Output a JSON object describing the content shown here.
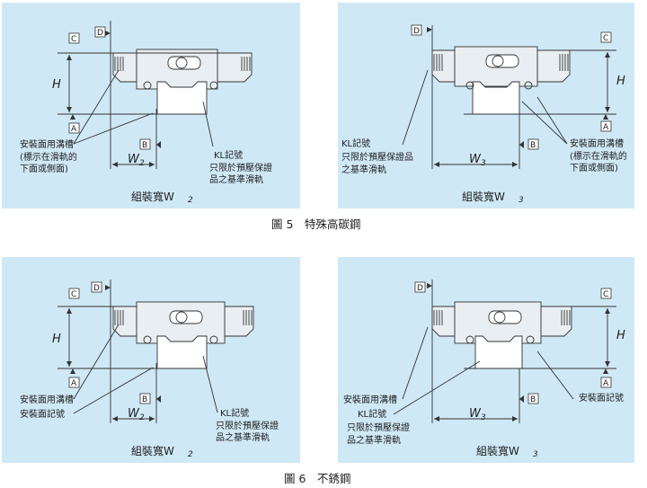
{
  "figures": [
    {
      "caption": "圖 5　特殊高碳鋼",
      "panels": [
        {
          "side": "left",
          "ref_c": "C",
          "ref_d": "D",
          "ref_a": "A",
          "ref_b": "B",
          "dim_h": "H",
          "dim_w": "W",
          "dim_w_sub": "2",
          "label_mount": "安裝面用溝槽",
          "label_mount_note1": "(標示在滑軌的",
          "label_mount_note2": "下面或側面)",
          "label_kl": "KL記號",
          "label_kl_note1": "只限於預壓保證",
          "label_kl_note2": "品之基準滑軌",
          "bottom_title": "組裝寬W",
          "bottom_sub": "2"
        },
        {
          "side": "right",
          "ref_c": "C",
          "ref_d": "D",
          "ref_a": "A",
          "ref_b": "B",
          "dim_h": "H",
          "dim_w": "W",
          "dim_w_sub": "3",
          "label_mount": "安裝面用溝槽",
          "label_mount_note1": "(標示在滑軌的",
          "label_mount_note2": "下面或側面)",
          "label_kl": "KL記號",
          "label_kl_note1": "只限於預壓保證品",
          "label_kl_note2": "之基準滑軌",
          "bottom_title": "組裝寬W",
          "bottom_sub": "3"
        }
      ]
    },
    {
      "caption": "圖 6　不銹鋼",
      "panels": [
        {
          "side": "left",
          "ref_c": "C",
          "ref_d": "D",
          "ref_a": "A",
          "ref_b": "B",
          "dim_h": "H",
          "dim_w": "W",
          "dim_w_sub": "2",
          "label_mount": "安裝面用溝槽",
          "label_mark": "安裝面記號",
          "label_kl": "KL記號",
          "label_kl_note1": "只限於預壓保證",
          "label_kl_note2": "品之基準滑軌",
          "bottom_title": "組裝寬W",
          "bottom_sub": "2"
        },
        {
          "side": "right",
          "ref_c": "C",
          "ref_d": "D",
          "ref_a": "A",
          "ref_b": "B",
          "dim_h": "H",
          "dim_w": "W",
          "dim_w_sub": "3",
          "label_mount": "安裝面用溝槽",
          "label_mark": "安裝面記號",
          "label_kl": "KL記號",
          "label_kl_note1": "只限於預壓保證",
          "label_kl_note2": "品之基準滑軌",
          "bottom_title": "組裝寬W",
          "bottom_sub": "3"
        }
      ]
    }
  ],
  "colors": {
    "panel_bg": "#cfe8f5",
    "line": "#333333",
    "ref_box_bg": "#ffffff"
  }
}
